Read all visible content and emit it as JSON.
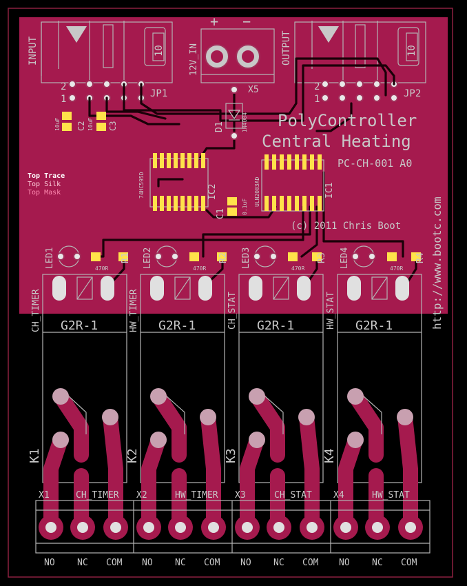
{
  "board": {
    "title_line1": "PolyController",
    "title_line2": "Central Heating",
    "part_number": "PC-CH-001 A0",
    "copyright": "(c) 2011 Chris Boot",
    "url": "http://www.bootc.com"
  },
  "legend": {
    "top_trace": "Top Trace",
    "top_silk": "Top Silk",
    "top_mask": "Top Mask"
  },
  "power": {
    "label": "12V_IN",
    "ref": "X5",
    "plus": "+",
    "minus": "−"
  },
  "connectors": {
    "input": {
      "label": "INPUT",
      "jack_num": "10",
      "ref": "JP1",
      "row2": "2",
      "row1": "1"
    },
    "output": {
      "label": "OUTPUT",
      "jack_num": "10",
      "ref": "JP2",
      "row2": "2",
      "row1": "1"
    }
  },
  "components": {
    "d1": {
      "ref": "D1",
      "value": "1N4004"
    },
    "ic1": {
      "ref": "IC1",
      "value": "ULN2003AD"
    },
    "ic2": {
      "ref": "IC2",
      "value": "74HC595D"
    },
    "c1": {
      "ref": "C1",
      "value": "0.1uF"
    },
    "c2": {
      "ref": "C2",
      "value": "10uF"
    },
    "c3": {
      "ref": "C3",
      "value": "10uF"
    }
  },
  "channels": [
    {
      "led": "LED1",
      "res": "R1",
      "res_value": "470R",
      "name": "CH_TIMER",
      "relay": "G2R-1",
      "relay_ref": "K1",
      "terminal": "X1"
    },
    {
      "led": "LED2",
      "res": "R2",
      "res_value": "470R",
      "name": "HW_TIMER",
      "relay": "G2R-1",
      "relay_ref": "K2",
      "terminal": "X2"
    },
    {
      "led": "LED3",
      "res": "R3",
      "res_value": "470R",
      "name": "CH_STAT",
      "relay": "G2R-1",
      "relay_ref": "K3",
      "terminal": "X3"
    },
    {
      "led": "LED4",
      "res": "R4",
      "res_value": "470R",
      "name": "HW_STAT",
      "relay": "G2R-1",
      "relay_ref": "K4",
      "terminal": "X4"
    }
  ],
  "pin_labels": [
    "NO",
    "NC",
    "COM"
  ],
  "colors": {
    "board": "#a51a4e",
    "background": "#000000",
    "silk": "#c8c8c8",
    "pad": "#ffe24a"
  }
}
